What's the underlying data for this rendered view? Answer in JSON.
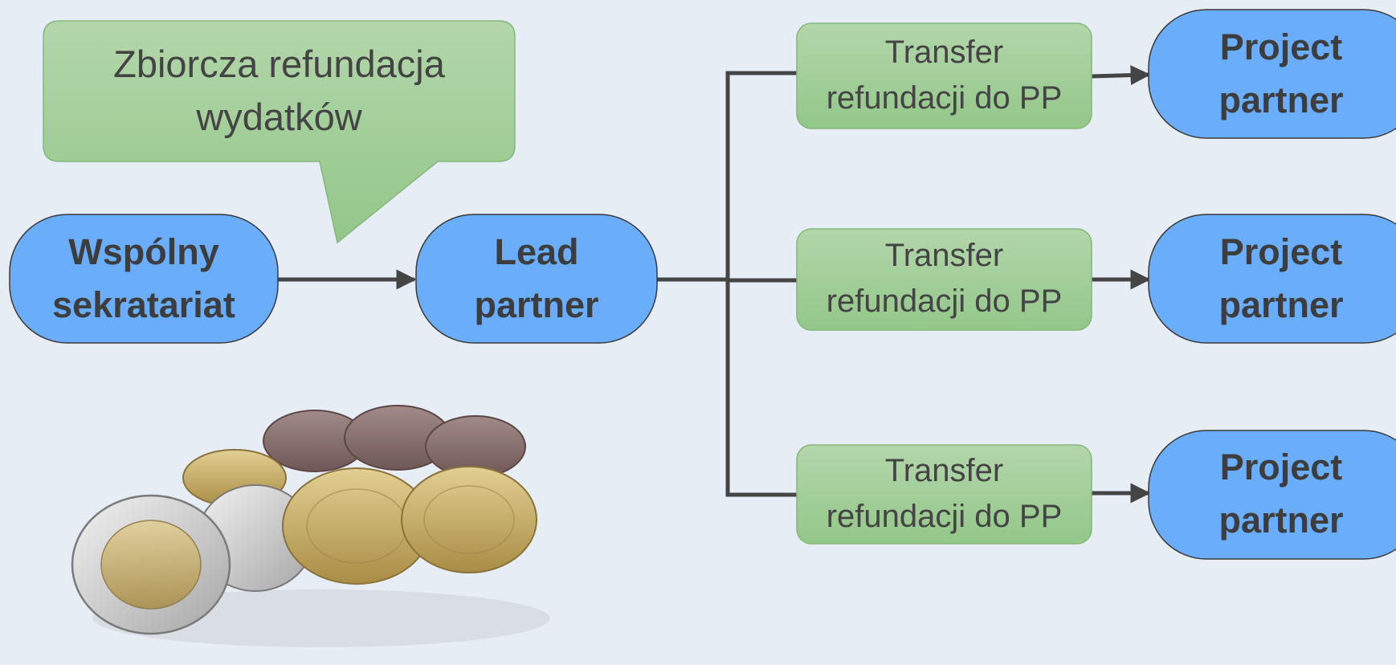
{
  "colors": {
    "background": "#e6edf5",
    "blue_node": "#6aadfb",
    "green_top": "#b3d6ab",
    "green_bottom": "#93c789",
    "line": "#454545"
  },
  "callout": {
    "line1": "Zbiorcza refundacja",
    "line2": "wydatków"
  },
  "nodes": {
    "secretariat": {
      "line1": "Wspólny",
      "line2": "sekratariat"
    },
    "lead": {
      "line1": "Lead",
      "line2": "partner"
    },
    "partners": [
      {
        "line1": "Project",
        "line2": "partner"
      },
      {
        "line1": "Project",
        "line2": "partner"
      },
      {
        "line1": "Project",
        "line2": "partner"
      }
    ]
  },
  "transfers": [
    {
      "line1": "Transfer",
      "line2": "refundacji do PP"
    },
    {
      "line1": "Transfer",
      "line2": "refundacji do PP"
    },
    {
      "line1": "Transfer",
      "line2": "refundacji do PP"
    }
  ],
  "image": {
    "icon": "euro-coins-icon"
  }
}
